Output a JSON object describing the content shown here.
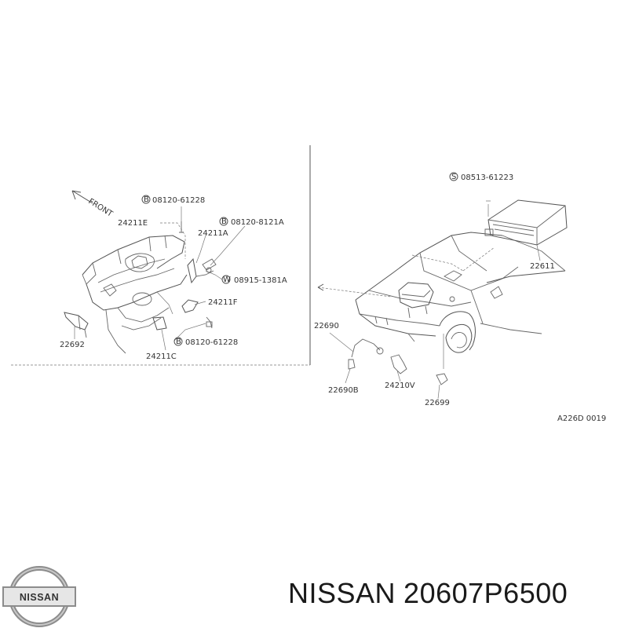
{
  "diagram": {
    "front_label": "FRONT",
    "bolt_prefix_b": "B",
    "bolt_prefix_s": "S",
    "bolt_prefix_w": "W",
    "labels": {
      "bolt_top": "08120-61228",
      "part_24211e": "24211E",
      "bolt_right_b": "08120-8121A",
      "part_24211a": "24211A",
      "washer": "08915-1381A",
      "part_24211f": "24211F",
      "part_22692": "22692",
      "bolt_bottom": "08120-61228",
      "part_24211c": "24211C",
      "screw": "08513-61223",
      "part_22611": "22611",
      "part_22690": "22690",
      "part_22690b": "22690B",
      "part_24210v": "24210V",
      "part_22699": "22699",
      "drawing_code": "A226D 0019"
    }
  },
  "footer": {
    "brand": "NISSAN",
    "part_number": "20607P6500",
    "logo_text": "NISSAN"
  }
}
